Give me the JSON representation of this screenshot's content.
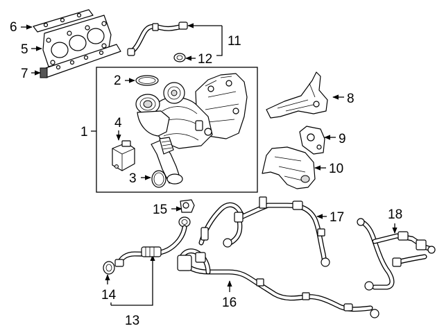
{
  "callouts": [
    {
      "id": "c1",
      "text": "1"
    },
    {
      "id": "c2",
      "text": "2"
    },
    {
      "id": "c3",
      "text": "3"
    },
    {
      "id": "c4",
      "text": "4"
    },
    {
      "id": "c5",
      "text": "5"
    },
    {
      "id": "c6",
      "text": "6"
    },
    {
      "id": "c7",
      "text": "7"
    },
    {
      "id": "c8",
      "text": "8"
    },
    {
      "id": "c9",
      "text": "9"
    },
    {
      "id": "c10",
      "text": "10"
    },
    {
      "id": "c11",
      "text": "11"
    },
    {
      "id": "c12",
      "text": "12"
    },
    {
      "id": "c13",
      "text": "13"
    },
    {
      "id": "c14",
      "text": "14"
    },
    {
      "id": "c15",
      "text": "15"
    },
    {
      "id": "c16",
      "text": "16"
    },
    {
      "id": "c17",
      "text": "17"
    },
    {
      "id": "c18",
      "text": "18"
    }
  ],
  "colors": {
    "line": "#000000",
    "background": "#ffffff",
    "shade": "#d9d9d9"
  }
}
